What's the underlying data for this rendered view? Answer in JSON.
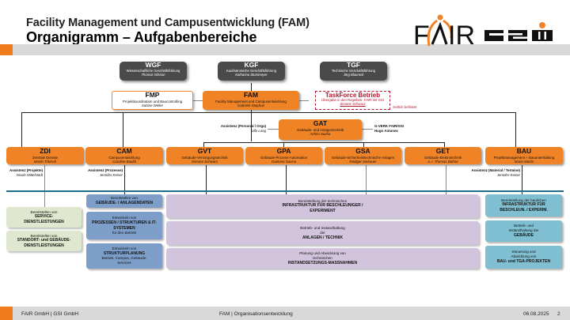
{
  "header": {
    "title_line1": "Facility Management und Campusentwicklung (FAM)",
    "title_line2": "Organigramm – Aufgabenbereiche",
    "logos": [
      "FAIR",
      "GSI"
    ],
    "accent_color": "#f07c1e"
  },
  "management": [
    {
      "abbr": "WGF",
      "sub": "Wissenschaftliche Geschäftsführung",
      "name": "Thomas Nilsson"
    },
    {
      "abbr": "KGF",
      "sub": "Kaufmännische Geschäftsführung",
      "name": "Katharina Stummeyer"
    },
    {
      "abbr": "TGF",
      "sub": "Technische Geschäftsführung",
      "name": "Jörg Blaurock"
    }
  ],
  "fmp": {
    "abbr": "FMP",
    "sub": "Projektkoordination und Baucontrolling",
    "name": "Sabine Weller"
  },
  "fam": {
    "abbr": "FAM",
    "sub": "Facility Management und Campusentwicklung",
    "name": "Gabriele Stephan"
  },
  "taskforce": {
    "abbr": "TaskForce Betrieb",
    "sub": "Übergabe in den Regelbetr. FAIR mit GSI",
    "name": "Simone Schwarz",
    "note": "zeitlich befristet"
  },
  "gat": {
    "abbr": "GAT",
    "sub": "Gebäude- und Anlagentechnik",
    "name": "Achim Sucha",
    "left_note_title": "Assistenz (Personal / Orga)",
    "left_note_name": "Ulla Lang",
    "right_note_title": "G-VERK FAIR/GSI",
    "right_note_name": "Hugo Antunes"
  },
  "departments": [
    {
      "abbr": "ZDI",
      "sub": "Zentrale Dienste",
      "name": "Martin Tribisch"
    },
    {
      "abbr": "CAM",
      "sub": "Campusentwicklung",
      "name": "Caroline Bauldi"
    },
    {
      "abbr": "GVT",
      "sub": "Gebäude-Versorgungstechnik",
      "name": "Simone Schwarz"
    },
    {
      "abbr": "GPA",
      "sub": "Gebäude-Prozess-Automation",
      "name": "Gaetano Savino"
    },
    {
      "abbr": "GSA",
      "sub": "Gebäude-Sicherheitstechnische Anlagen",
      "name": "Rüdiger Siebauer"
    },
    {
      "abbr": "GET",
      "sub": "Gebäude-Elektrotechnik",
      "name": "a. i. Thomas Bühne"
    },
    {
      "abbr": "BAU",
      "sub": "Projektmanagement + Bauunterhaltung",
      "name": "Mario Martin"
    }
  ],
  "assistants": [
    {
      "title": "Assistenz (Projekte)",
      "name": "Nicole Mittelstädt"
    },
    {
      "title": "Assistenz (Prozesse)",
      "name": "Jennifer Keiser"
    },
    {
      "title": "Assistenz (Material / Termine)",
      "name": "Jennifer Keiser"
    }
  ],
  "tasks": {
    "zdi": [
      {
        "pre": "Bereitstellen von",
        "bold": "SERVICE-DIENSTLEISTUNGEN",
        "post": ""
      },
      {
        "pre": "Bereitstellen von",
        "bold": "STANDORT- und GEBÄUDE-DIENSTLEISTUNGEN",
        "post": ""
      }
    ],
    "cam": [
      {
        "pre": "Bereitstellen von",
        "bold": "GEBÄUDE- / ANLAGENDATEN",
        "post": ""
      },
      {
        "pre": "Entwickeln von",
        "bold": "PROZESSEN / STRUKTUREN & IT-SYSTEMEN",
        "post": "für den Betrieb"
      },
      {
        "pre": "Entwickeln von",
        "bold": "STRUKTURPLANUNG",
        "post": "Betrieb, Campus, Gebäude, Services"
      }
    ],
    "technical": [
      {
        "pre": "Bereitstellung der technischen",
        "bold": "INFRASTRUKTUR FÜR BESCHLEUNIGER / EXPERIMENT",
        "post": ""
      },
      {
        "pre": "Betrieb- und Instandhaltung der",
        "bold": "ANLAGEN / TECHNIK",
        "post": ""
      },
      {
        "pre": "Planung und Abwicklung von technischen",
        "bold": "INSTANDSETZUNGS-MASSNAHMEN",
        "post": ""
      }
    ],
    "bau": [
      {
        "pre": "Bereitstellung der baulichen",
        "bold": "INFRASTRUKTUR FÜR BESCHLEUN. / EXPERIM.",
        "post": ""
      },
      {
        "pre": "Betrieb- und Instandhaltung der",
        "bold": "GEBÄUDE",
        "post": ""
      },
      {
        "pre": "Steuerung und Abwicklung von",
        "bold": "BAU- und TGA-PROJEKTEN",
        "post": ""
      }
    ]
  },
  "footer": {
    "left": "FAIR GmbH | GSI GmbH",
    "center": "FAM | Organisationsentwicklung",
    "date": "06.08.2025",
    "page": "2"
  }
}
